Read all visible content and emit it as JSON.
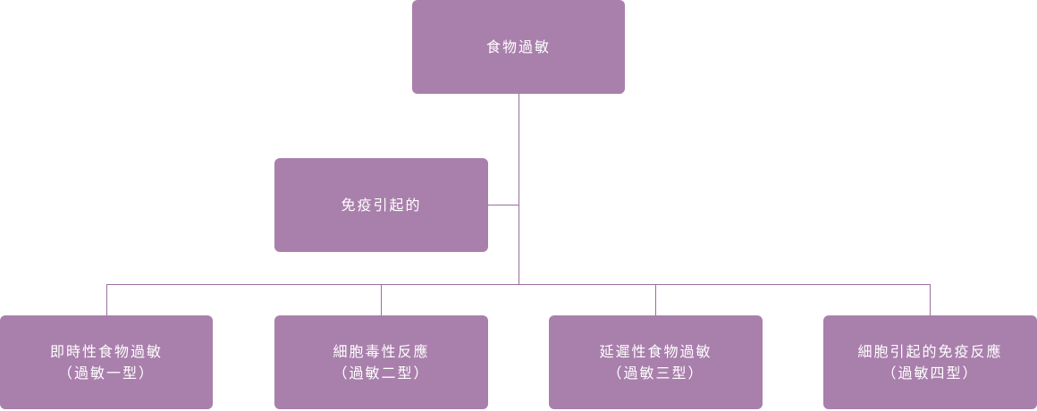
{
  "colors": {
    "node_fill": "#a97fac",
    "node_text": "#ffffff",
    "connector": "#9b6d9f"
  },
  "nodes": {
    "root": {
      "label": "食物過敏"
    },
    "intermediate": {
      "label": "免疫引起的"
    },
    "leaves": [
      {
        "label": "即時性食物過敏",
        "sub": "（過敏一型）"
      },
      {
        "label": "細胞毒性反應",
        "sub": "（過敏二型）"
      },
      {
        "label": "延遲性食物過敏",
        "sub": "（過敏三型）"
      },
      {
        "label": "細胞引起的免疫反應",
        "sub": "（過敏四型）"
      }
    ]
  }
}
